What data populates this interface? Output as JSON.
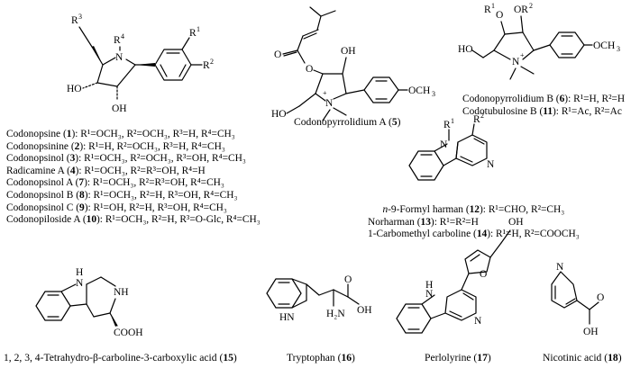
{
  "figure_texts": {
    "c1_name": "Codonopsine",
    "c2_name": "Codonopsinine",
    "c3_name": "Codonopsinol",
    "c4_name": "Radicamine A",
    "c7_name": "Codonopsinol A",
    "c8_name": "Codonopsinol B",
    "c9_name": "Codonopsinol C",
    "c10_name": "Codonopiloside A",
    "c5_name": "Codonopyrrolidium A",
    "c6_name": "Codonopyrrolidium B",
    "c11_name": "Codotubulosine B",
    "c12_name": "n-9-Formyl harman",
    "c13_name": "Norharman",
    "c14_name": "1-Carbomethyl carboline",
    "c15_name": "1, 2, 3, 4-Tetrahydro-β-carboline-3-carboxylic acid",
    "c16_name": "Tryptophan",
    "c17_name": "Perlolyrine",
    "c18_name": "Nicotinic acid",
    "n1": "1",
    "n2": "2",
    "n3": "3",
    "n4": "4",
    "n5": "5",
    "n6": "6",
    "n7": "7",
    "n8": "8",
    "n9": "9",
    "n10": "10",
    "n11": "11",
    "n12": "12",
    "n13": "13",
    "n14": "14",
    "n15": "15",
    "n16": "16",
    "n17": "17",
    "n18": "18",
    "sub1": "R¹=OCH₃, R²=OCH₃, R³=H, R⁴=CH₃",
    "sub2": "R¹=H, R²=OCH₃, R³=H, R⁴=CH₃",
    "sub3": "R¹=OCH₃, R²=OCH₃, R³=OH, R⁴=CH₃",
    "sub4": "R¹=OCH₃, R²=R³=OH, R⁴=H",
    "sub7": "R¹=OCH₃, R²=R³=OH, R⁴=CH₃",
    "sub8": "R¹=OCH₃, R²=H, R³=OH, R⁴=CH₃",
    "sub9": "R¹=OH, R²=H, R³=OH, R⁴=CH₃",
    "sub10": "R¹=OCH₃, R²=H, R³=O-Glc, R⁴=CH₃",
    "sub6": "R¹=H, R²=H",
    "sub11": "R¹=Ac, R²=Ac",
    "sub12": "R¹=CHO, R²=CH₃",
    "sub13": "R¹=R²=H",
    "sub14": "R¹=H, R²=COOCH₃"
  }
}
